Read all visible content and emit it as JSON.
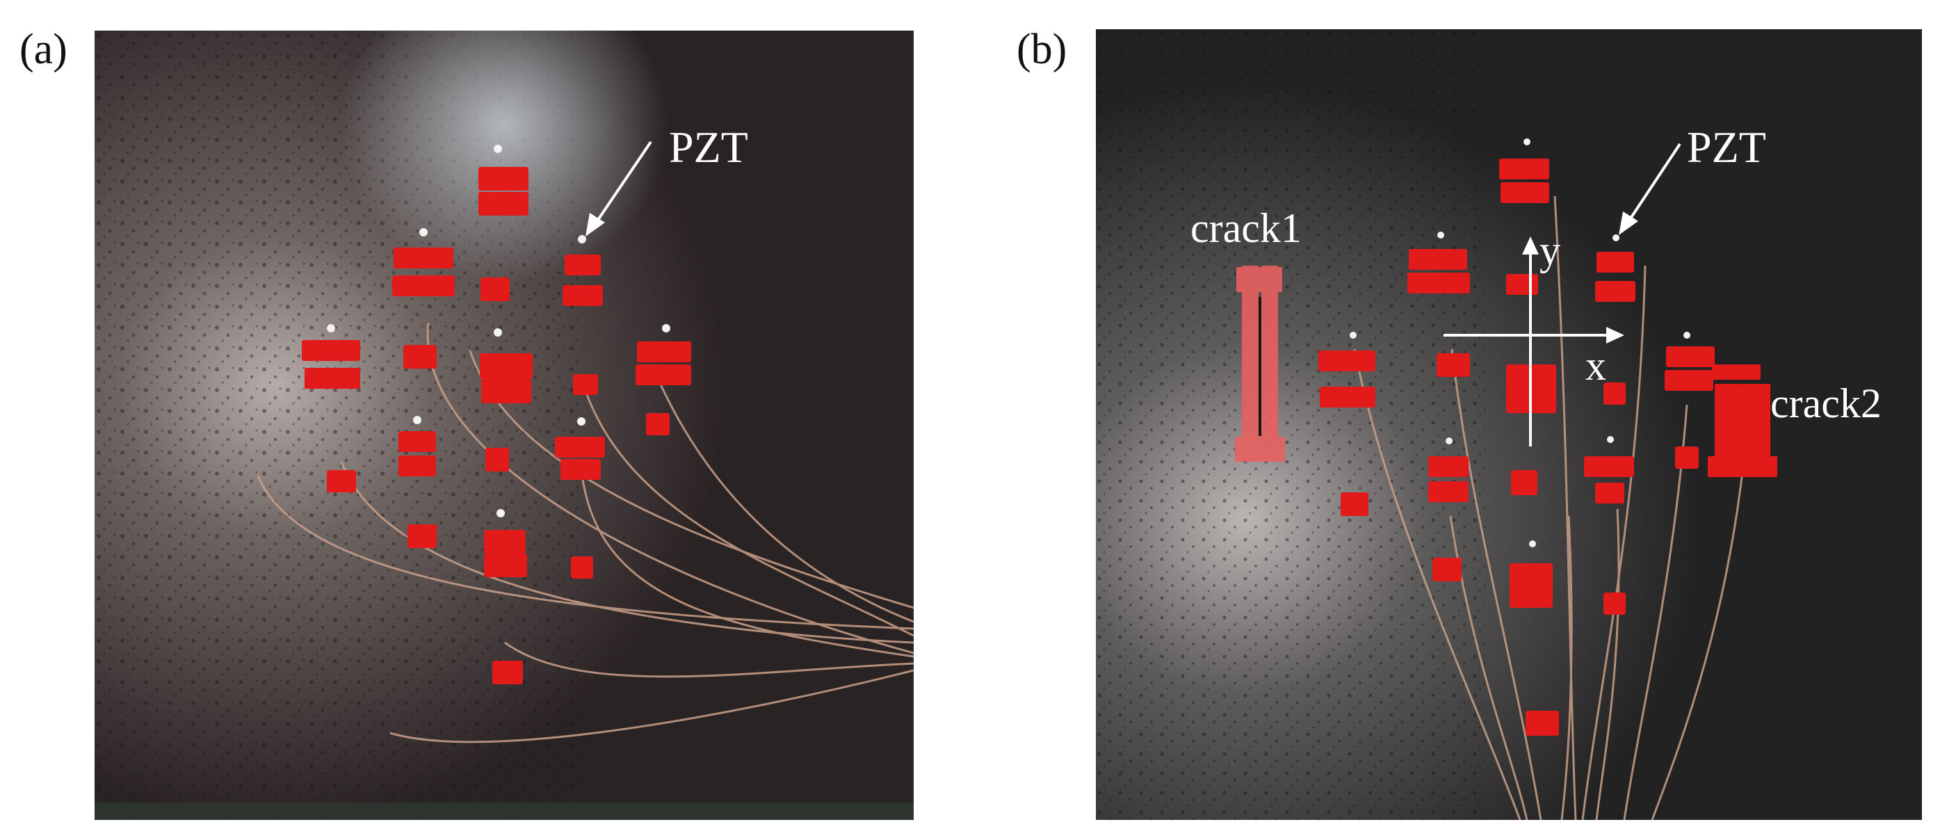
{
  "figure": {
    "panel_a": {
      "label": "(a)",
      "annotations": {
        "pzt": "PZT"
      }
    },
    "panel_b": {
      "label": "(b)",
      "annotations": {
        "pzt": "PZT",
        "crack1": "crack1",
        "crack2": "crack2",
        "axis_x": "x",
        "axis_y": "y"
      }
    }
  },
  "colors": {
    "plate_dark": "#2a2324",
    "plate_light": "#9a8f8c",
    "tape_red": "#e31a1a",
    "wire": "#c9a08a",
    "annotation": "#ffffff"
  }
}
